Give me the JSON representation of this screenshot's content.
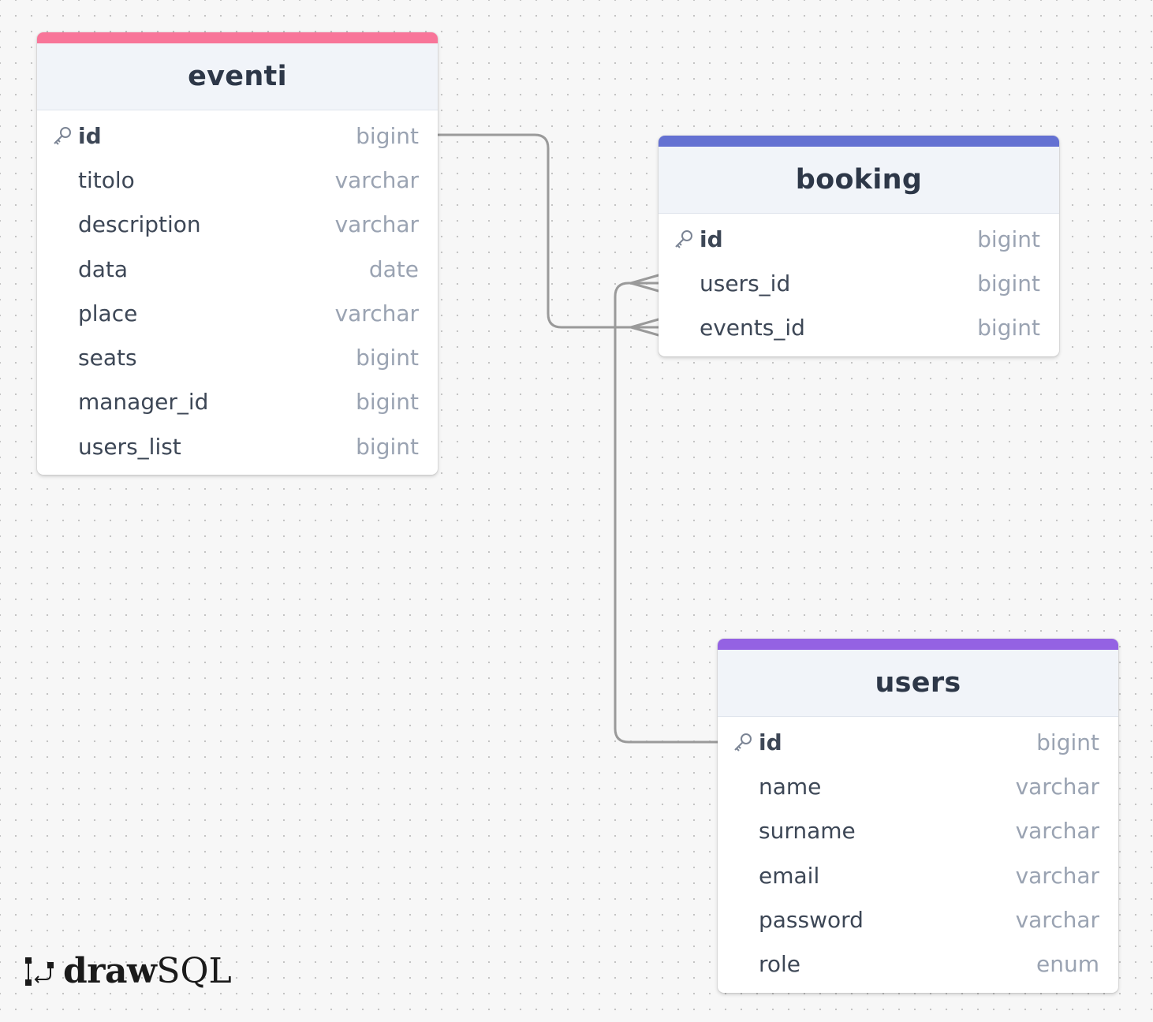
{
  "canvas": {
    "background": "#f7f7f7",
    "dot_color": "#c4c4c4"
  },
  "tables": {
    "eventi": {
      "name": "eventi",
      "accent": "#f87599",
      "rows": [
        {
          "name": "id",
          "type": "bigint",
          "pk": true
        },
        {
          "name": "titolo",
          "type": "varchar"
        },
        {
          "name": "description",
          "type": "varchar"
        },
        {
          "name": "data",
          "type": "date"
        },
        {
          "name": "place",
          "type": "varchar"
        },
        {
          "name": "seats",
          "type": "bigint"
        },
        {
          "name": "manager_id",
          "type": "bigint"
        },
        {
          "name": "users_list",
          "type": "bigint"
        }
      ]
    },
    "booking": {
      "name": "booking",
      "accent": "#6471d2",
      "rows": [
        {
          "name": "id",
          "type": "bigint",
          "pk": true
        },
        {
          "name": "users_id",
          "type": "bigint"
        },
        {
          "name": "events_id",
          "type": "bigint"
        }
      ]
    },
    "users": {
      "name": "users",
      "accent": "#9462e3",
      "rows": [
        {
          "name": "id",
          "type": "bigint",
          "pk": true
        },
        {
          "name": "name",
          "type": "varchar"
        },
        {
          "name": "surname",
          "type": "varchar"
        },
        {
          "name": "email",
          "type": "varchar"
        },
        {
          "name": "password",
          "type": "varchar"
        },
        {
          "name": "role",
          "type": "enum"
        }
      ]
    }
  },
  "relations": [
    {
      "from": "eventi.id",
      "to": "booking.events_id",
      "type": "one-to-many"
    },
    {
      "from": "users.id",
      "to": "booking.users_id",
      "type": "one-to-many"
    }
  ],
  "brand": {
    "draw": "draw",
    "sql": "SQL"
  },
  "line_color": "#9a9a9a"
}
